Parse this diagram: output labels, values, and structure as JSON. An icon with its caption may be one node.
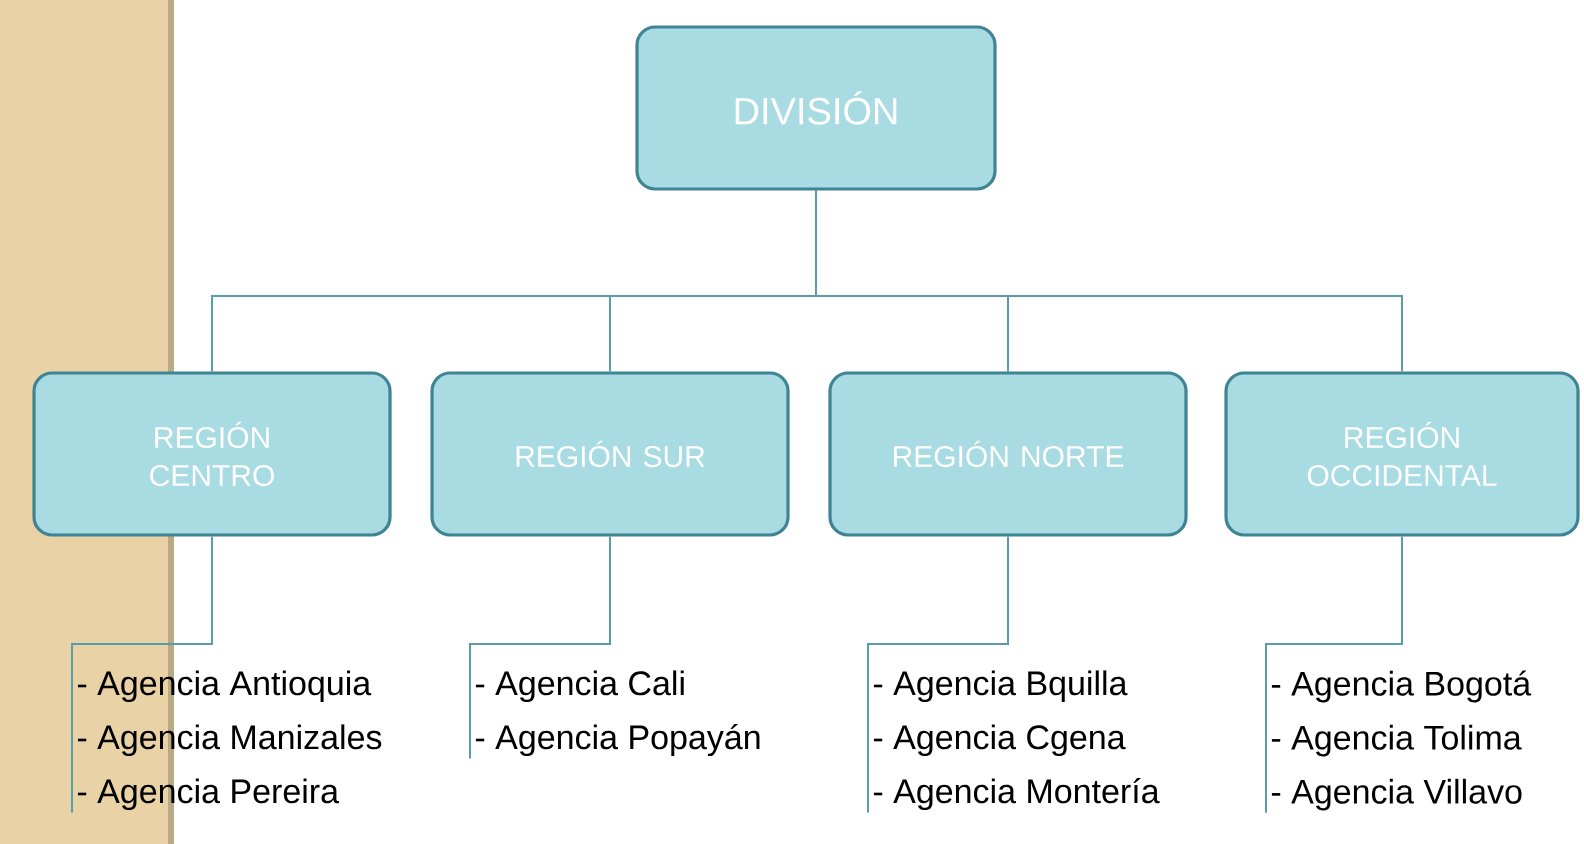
{
  "diagram": {
    "nodes": [
      {
        "text": [
          "DIVISIÓN"
        ]
      },
      {
        "text": [
          "REGIÓN CENTRO"
        ]
      },
      {
        "text": [
          "REGIÓN SUR"
        ]
      },
      {
        "text": [
          "REGIÓN  NORTE"
        ]
      },
      {
        "text": [
          "REGIÓN OCCIDENTAL"
        ]
      },
      {
        "text": [
          "- Agencia Antioquia",
          "- Agencia Manizales",
          "- Agencia Pereira"
        ]
      },
      {
        "text": [
          "- Agencia Cali",
          "- Agencia Popayán"
        ]
      },
      {
        "text": [
          "- Agencia Bquilla",
          "- Agencia Cgena",
          "- Agencia Montería"
        ]
      },
      {
        "text": [
          "- Agencia Bogotá",
          "- Agencia Tolima",
          "- Agencia Villavo"
        ]
      }
    ],
    "edges": [
      {
        "from": 0,
        "to": 1,
        "arrow": "none"
      },
      {
        "from": 0,
        "to": 2,
        "arrow": "none"
      },
      {
        "from": 0,
        "to": 3,
        "arrow": "none"
      },
      {
        "from": 0,
        "to": 4,
        "arrow": "none"
      },
      {
        "from": 1,
        "to": 5,
        "arrow": "none"
      },
      {
        "from": 2,
        "to": 6,
        "arrow": "none"
      },
      {
        "from": 3,
        "to": 7,
        "arrow": "none"
      },
      {
        "from": 4,
        "to": 8,
        "arrow": "none"
      }
    ]
  }
}
